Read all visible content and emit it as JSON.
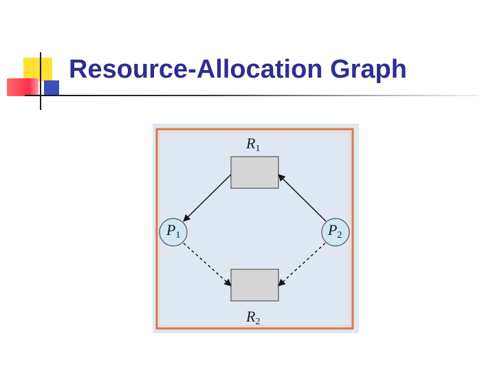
{
  "slide": {
    "title": "Resource-Allocation Graph"
  },
  "graph": {
    "resources": [
      {
        "id": "R1",
        "label": "R",
        "subscript": "1"
      },
      {
        "id": "R2",
        "label": "R",
        "subscript": "2"
      }
    ],
    "processes": [
      {
        "id": "P1",
        "label": "P",
        "subscript": "1"
      },
      {
        "id": "P2",
        "label": "P",
        "subscript": "2"
      }
    ],
    "edges": [
      {
        "from": "R1",
        "to": "P1",
        "kind": "assignment",
        "style": "solid"
      },
      {
        "from": "P2",
        "to": "R1",
        "kind": "assignment",
        "style": "solid"
      },
      {
        "from": "P1",
        "to": "R2",
        "kind": "claim",
        "style": "dashed"
      },
      {
        "from": "P2",
        "to": "R2",
        "kind": "claim",
        "style": "dashed"
      }
    ],
    "colors": {
      "panel": "#dfe8f2",
      "frame": "#d9774a",
      "resource_fill": "#d6d6d6",
      "process_fill": "#cfe6f7",
      "title": "#2b2f8f"
    }
  }
}
